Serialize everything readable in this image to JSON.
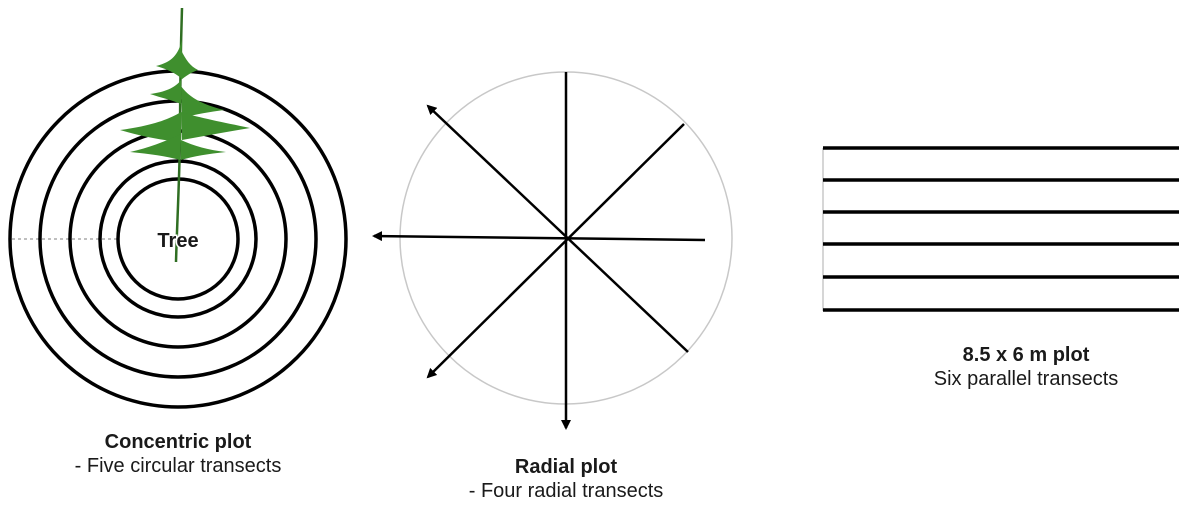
{
  "concentric": {
    "center_label": "Tree",
    "title": "Concentric plot",
    "subtitle": "- Five circular transects"
  },
  "radial": {
    "title": "Radial plot",
    "subtitle": "- Four radial transects"
  },
  "parallel": {
    "title": "8.5 x 6 m plot",
    "subtitle": "Six parallel transects"
  },
  "colors": {
    "line": "#000000",
    "outline": "#c8c8c8",
    "dashed": "#999999",
    "plant": "#3f8f2e",
    "plant_stem": "#2f6e22"
  },
  "icons": {
    "tree": "tree-icon"
  }
}
